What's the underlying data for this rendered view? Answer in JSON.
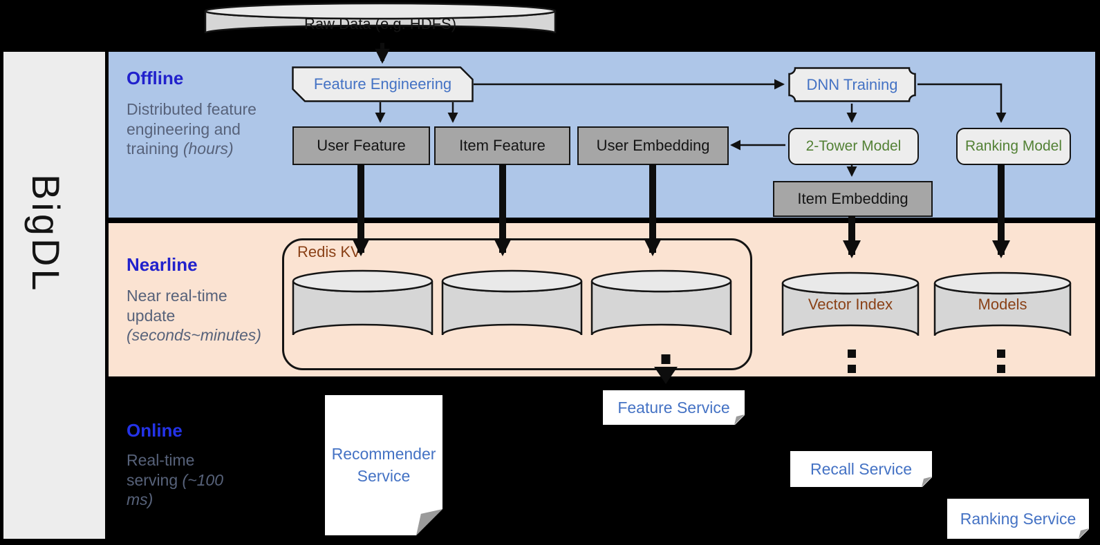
{
  "brand": {
    "label": "BigDL"
  },
  "raw_data": {
    "label": "Raw Data (e.g. HDFS)"
  },
  "sections": {
    "offline": {
      "title": "Offline",
      "desc": "Distributed feature engineering and training",
      "desc_italic": "(hours)"
    },
    "nearline": {
      "title": "Nearline",
      "desc": "Near real-time update",
      "desc_italic": "(seconds~minutes)"
    },
    "online": {
      "title": "Online",
      "desc": "Real-time serving",
      "desc_italic": "(~100 ms)"
    }
  },
  "nodes": {
    "feature_engineering": {
      "label": "Feature Engineering"
    },
    "dnn_training": {
      "label": "DNN Training"
    },
    "user_feature": {
      "label": "User Feature"
    },
    "item_feature": {
      "label": "Item Feature"
    },
    "user_embedding": {
      "label": "User Embedding"
    },
    "two_tower_model": {
      "label": "2-Tower Model"
    },
    "ranking_model": {
      "label": "Ranking Model"
    },
    "item_embedding": {
      "label": "Item Embedding"
    },
    "redis_kv": {
      "label": "Redis KV"
    },
    "vector_index": {
      "label": "Vector Index"
    },
    "models": {
      "label": "Models"
    },
    "recommender_service": {
      "label": "Recommender Service"
    },
    "feature_service": {
      "label": "Feature Service"
    },
    "recall_service": {
      "label": "Recall Service"
    },
    "ranking_service": {
      "label": "Ranking Service"
    }
  },
  "colors": {
    "offline_band": "#aec6e8",
    "nearline_band": "#fbe3d2",
    "section_title_blue": "#2121cc",
    "online_title_blue": "#2433e8",
    "desc_gray": "#57627a",
    "node_blue": "#4472c4",
    "node_green": "#538135",
    "node_brown": "#8a4117",
    "gray_box": "#a6a6a6",
    "light_box": "#ededed",
    "cylinder_body": "#d6d6d6",
    "cylinder_top": "#e9e9e9"
  }
}
